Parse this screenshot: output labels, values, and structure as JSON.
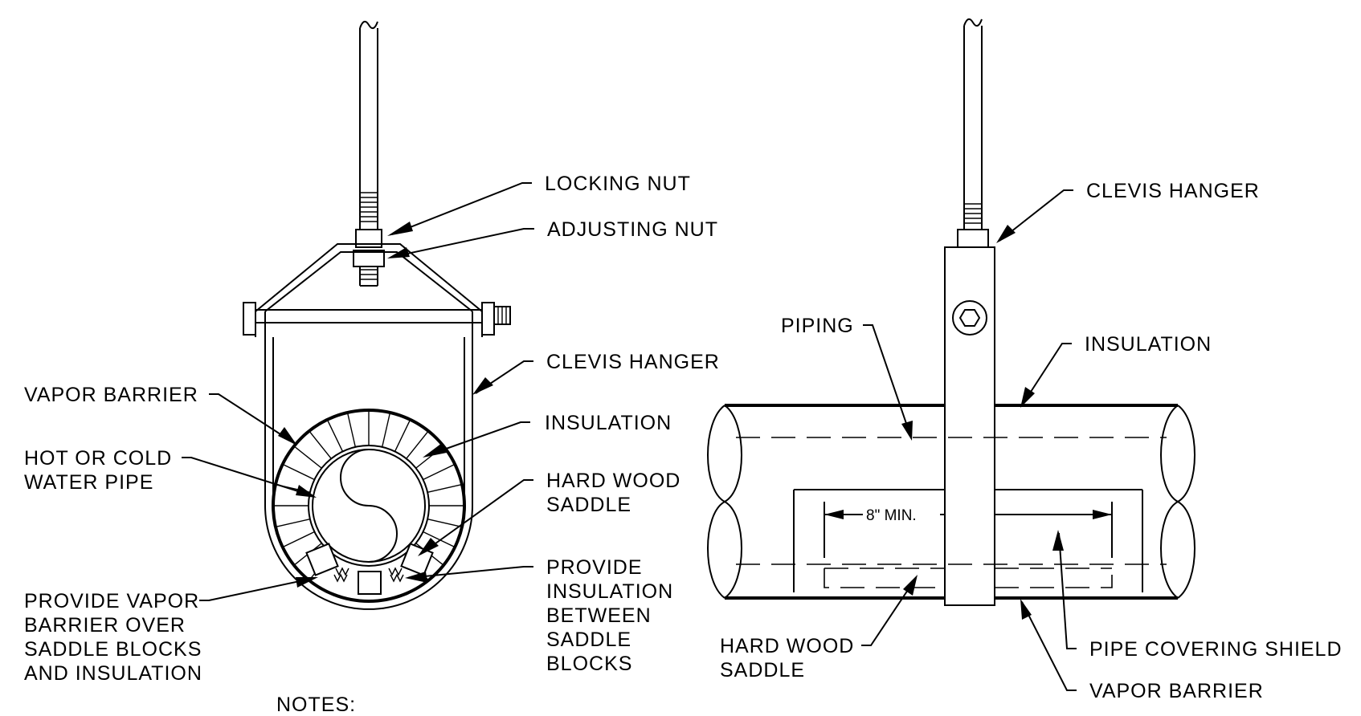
{
  "left_view": {
    "labels": {
      "locking_nut": "LOCKING NUT",
      "adjusting_nut": "ADJUSTING NUT",
      "clevis_hanger": "CLEVIS HANGER",
      "vapor_barrier": "VAPOR BARRIER",
      "insulation": "INSULATION",
      "hot_cold_pipe_1": "HOT OR COLD",
      "hot_cold_pipe_2": "WATER PIPE",
      "hard_wood_saddle_1": "HARD WOOD",
      "hard_wood_saddle_2": "SADDLE",
      "provide_insulation_1": "PROVIDE",
      "provide_insulation_2": "INSULATION",
      "provide_insulation_3": "BETWEEN",
      "provide_insulation_4": "SADDLE",
      "provide_insulation_5": "BLOCKS",
      "provide_vapor_1": "PROVIDE VAPOR",
      "provide_vapor_2": "BARRIER OVER",
      "provide_vapor_3": "SADDLE BLOCKS",
      "provide_vapor_4": "AND INSULATION"
    }
  },
  "right_view": {
    "labels": {
      "clevis_hanger": "CLEVIS HANGER",
      "piping": "PIPING",
      "insulation": "INSULATION",
      "dimension": "8\" MIN.",
      "hard_wood_saddle_1": "HARD WOOD",
      "hard_wood_saddle_2": "SADDLE",
      "pipe_covering_shield": "PIPE COVERING SHIELD",
      "vapor_barrier": "VAPOR BARRIER"
    }
  },
  "notes_title": "NOTES:"
}
